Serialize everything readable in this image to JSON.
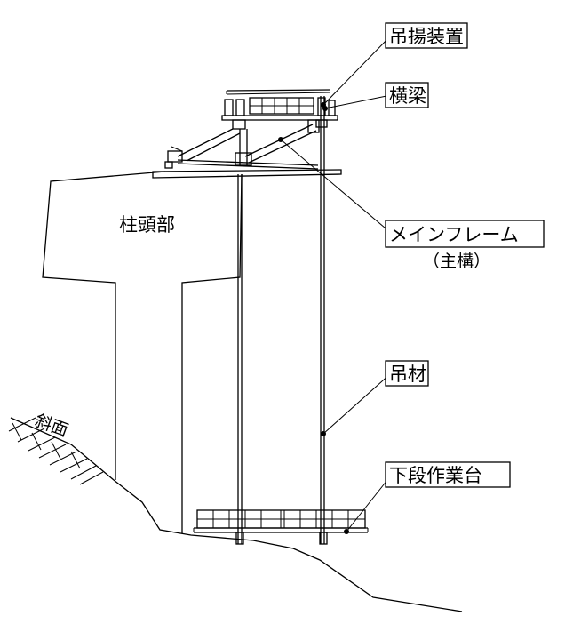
{
  "labels": {
    "hoist_device": "吊揚装置",
    "cross_beam": "横梁",
    "main_frame": "メインフレーム",
    "main_frame_sub": "（主構）",
    "pier_head": "柱頭部",
    "hanger": "吊材",
    "lower_platform": "下段作業台",
    "slope": "斜面"
  }
}
